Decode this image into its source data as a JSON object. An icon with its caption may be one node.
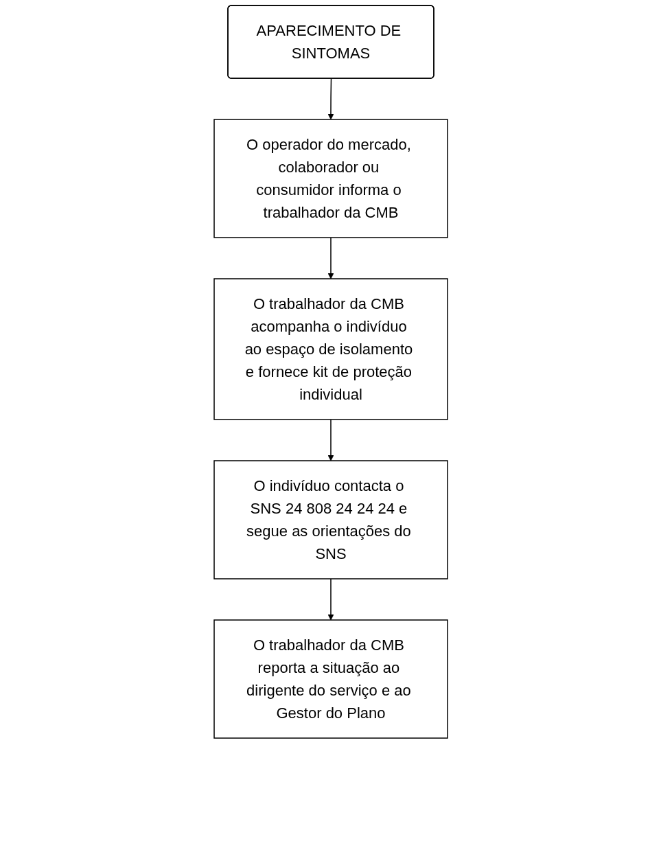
{
  "diagram": {
    "nodes": [
      {
        "text": [
          "APARECIMENTO DE SINTOMAS"
        ]
      },
      {
        "text": [
          "O operador do mercado, colaborador ou consumidor informa o trabalhador da CMB"
        ]
      },
      {
        "text": [
          "O trabalhador da CMB acompanha o indivíduo ao espaço de isolamento e fornece kit de proteção individual"
        ]
      },
      {
        "text": [
          "O indivíduo contacta o SNS 24 808 24 24 24 e segue as orientações do SNS"
        ]
      },
      {
        "text": [
          "O trabalhador da CMB reporta a situação ao dirigente do serviço e ao Gestor do Plano"
        ]
      }
    ],
    "edges": [
      {
        "from": 0,
        "to": 1,
        "arrow": "to"
      },
      {
        "from": 1,
        "to": 2,
        "arrow": "to"
      },
      {
        "from": 2,
        "to": 3,
        "arrow": "to"
      },
      {
        "from": 3,
        "to": 4,
        "arrow": "to"
      }
    ]
  }
}
